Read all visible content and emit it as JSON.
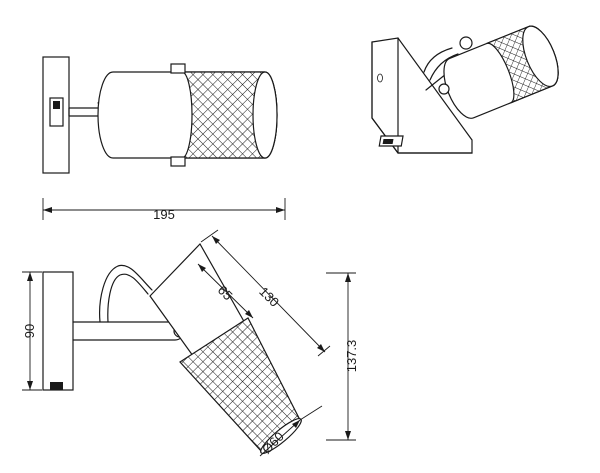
{
  "dimensions": {
    "width_total": "195",
    "height_plate": "90",
    "arm_offset": "65",
    "body_length": "130",
    "depth_total": "137.3",
    "diameter": "Ø60"
  }
}
